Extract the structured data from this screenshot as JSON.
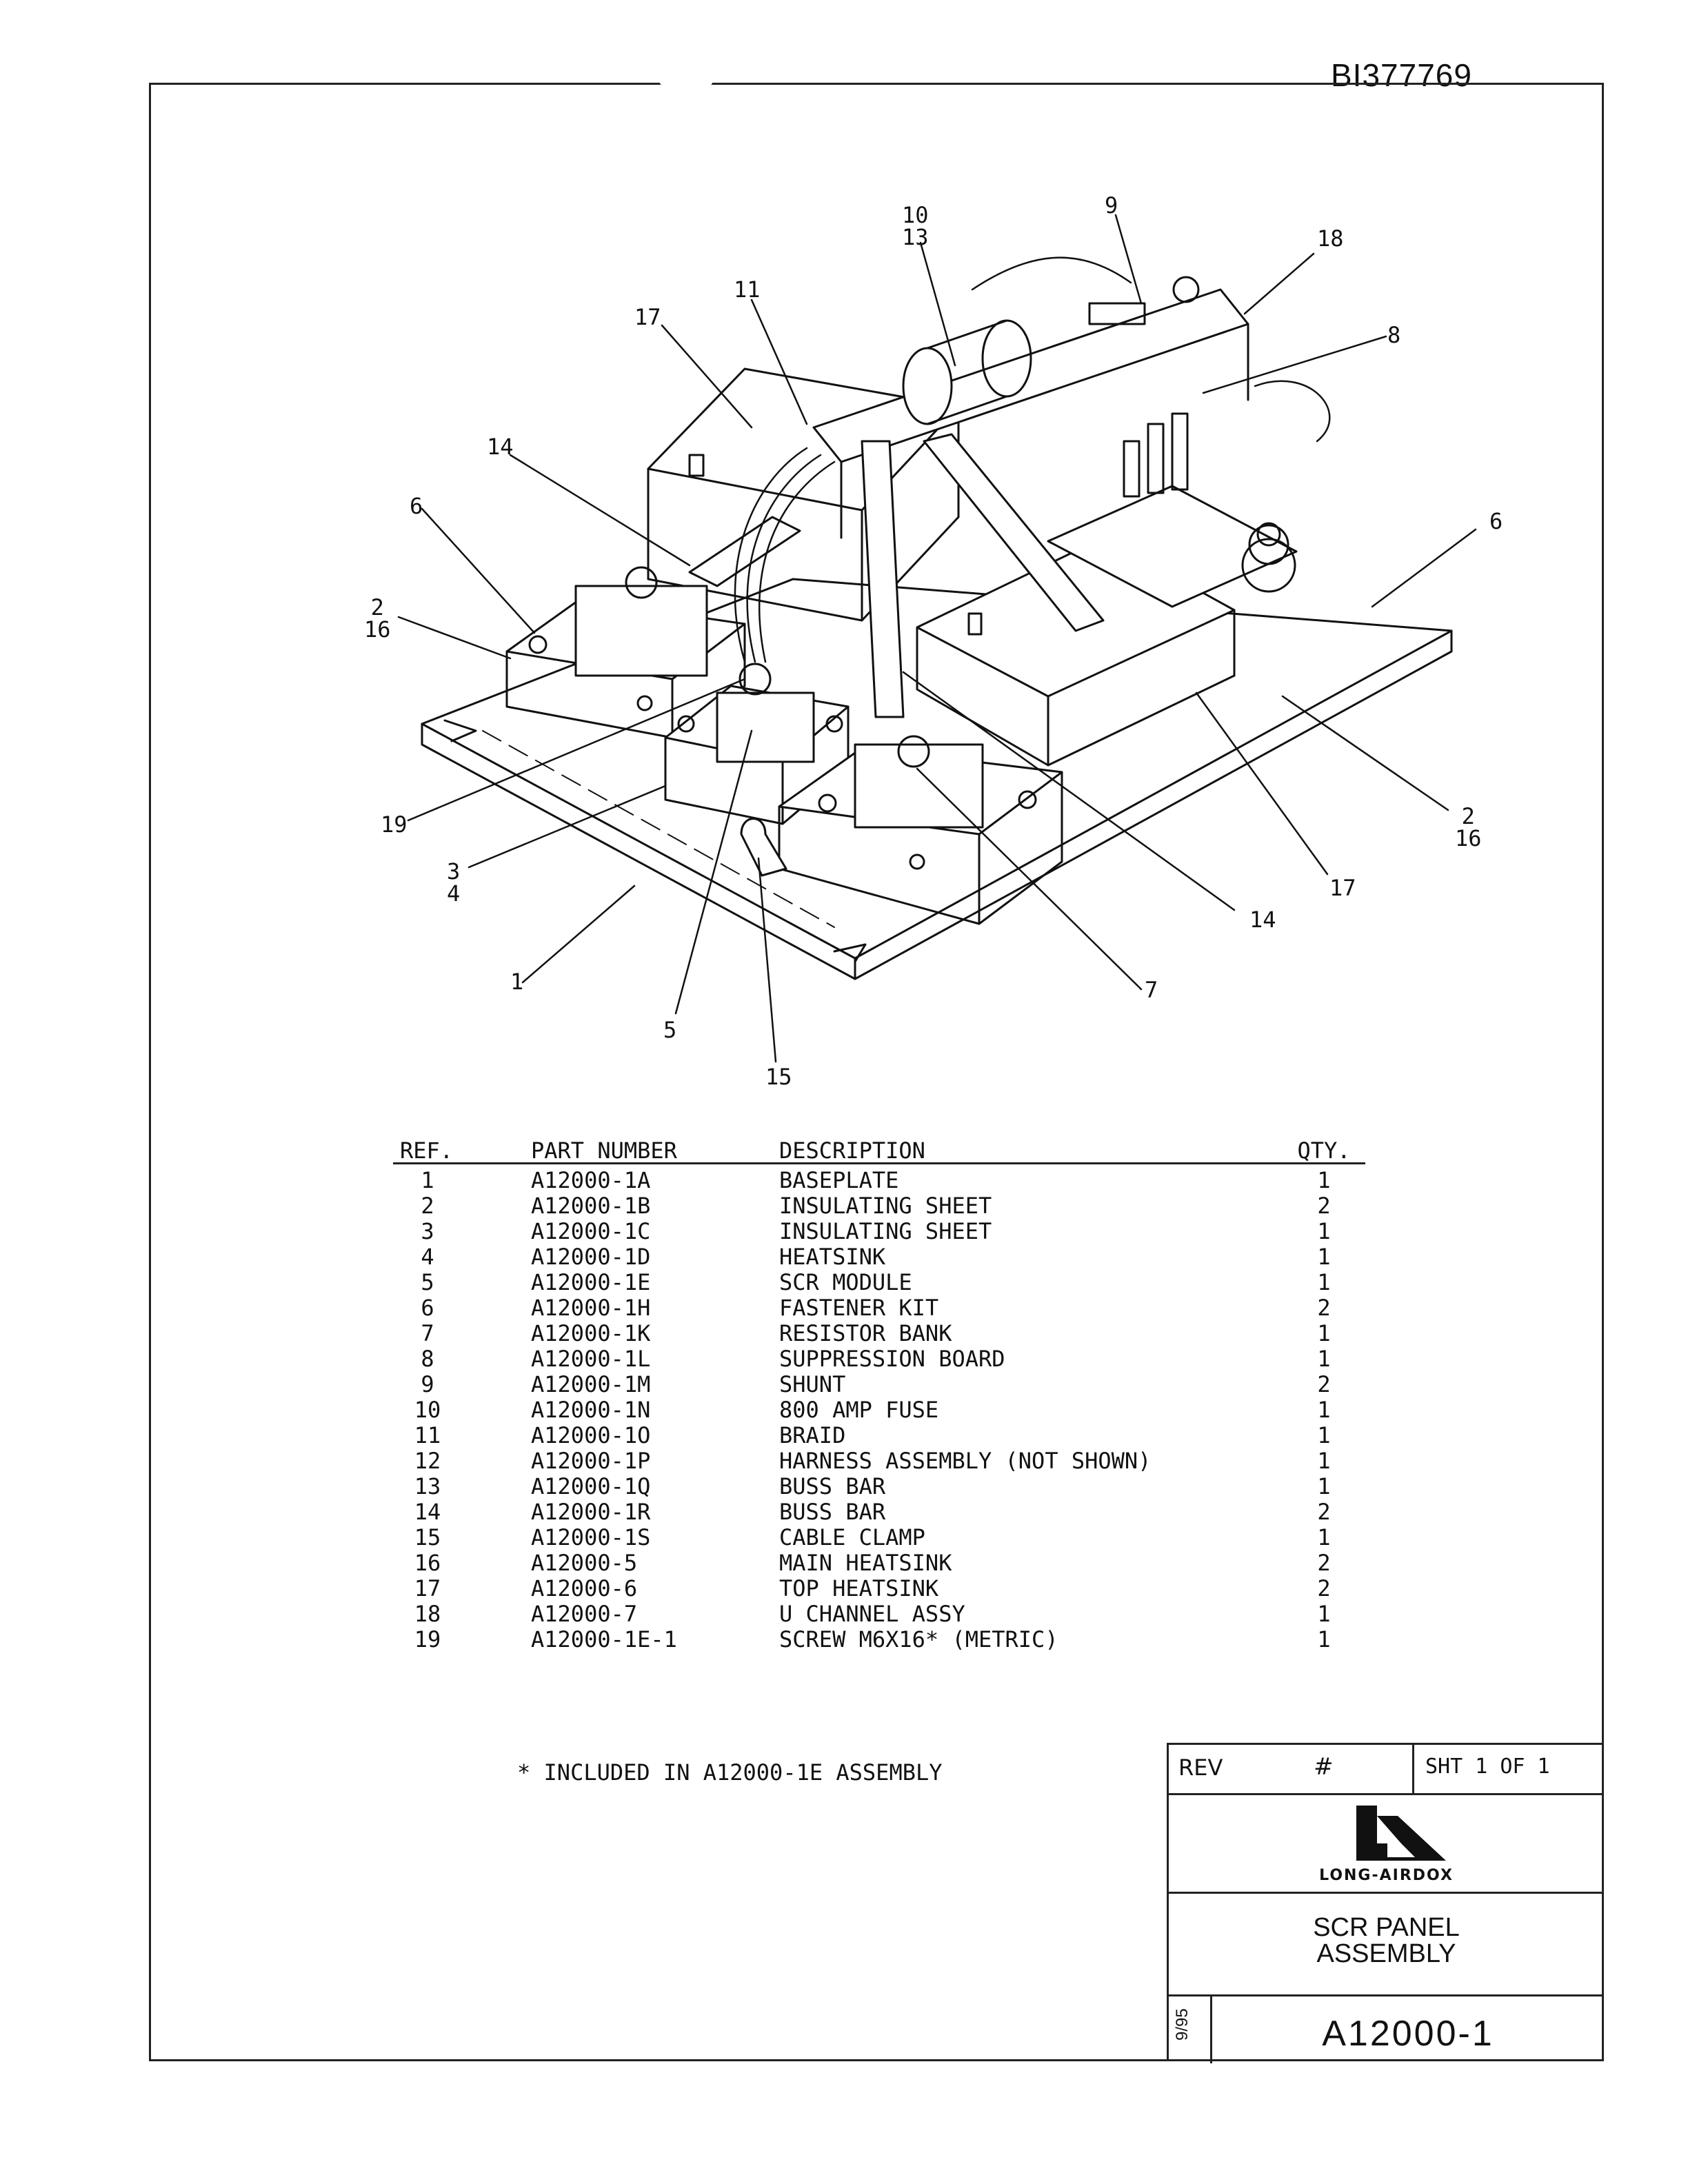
{
  "header": {
    "document_number": "BI377769"
  },
  "callouts": {
    "c10_13": [
      "10",
      "13"
    ],
    "c9": "9",
    "c18": "18",
    "c8": "8",
    "c11": "11",
    "c17a": "17",
    "c14a": "14",
    "c6a": "6",
    "c6b": "6",
    "c2_16a": [
      "2",
      "16"
    ],
    "c2_16b": [
      "2",
      "16"
    ],
    "c19": "19",
    "c3_4": [
      "3",
      "4"
    ],
    "c1": "1",
    "c5": "5",
    "c15": "15",
    "c7": "7",
    "c14b": "14",
    "c17b": "17"
  },
  "bom": {
    "headers": {
      "ref": "REF.",
      "part_number": "PART NUMBER",
      "description": "DESCRIPTION",
      "qty": "QTY."
    },
    "rows": [
      {
        "ref": "1",
        "part_number": "A12000-1A",
        "description": "BASEPLATE",
        "qty": "1"
      },
      {
        "ref": "2",
        "part_number": "A12000-1B",
        "description": "INSULATING SHEET",
        "qty": "2"
      },
      {
        "ref": "3",
        "part_number": "A12000-1C",
        "description": "INSULATING SHEET",
        "qty": "1"
      },
      {
        "ref": "4",
        "part_number": "A12000-1D",
        "description": "HEATSINK",
        "qty": "1"
      },
      {
        "ref": "5",
        "part_number": "A12000-1E",
        "description": "SCR MODULE",
        "qty": "1"
      },
      {
        "ref": "6",
        "part_number": "A12000-1H",
        "description": "FASTENER KIT",
        "qty": "2"
      },
      {
        "ref": "7",
        "part_number": "A12000-1K",
        "description": "RESISTOR BANK",
        "qty": "1"
      },
      {
        "ref": "8",
        "part_number": "A12000-1L",
        "description": "SUPPRESSION BOARD",
        "qty": "1"
      },
      {
        "ref": "9",
        "part_number": "A12000-1M",
        "description": "SHUNT",
        "qty": "2"
      },
      {
        "ref": "10",
        "part_number": "A12000-1N",
        "description": "800 AMP FUSE",
        "qty": "1"
      },
      {
        "ref": "11",
        "part_number": "A12000-1O",
        "description": "BRAID",
        "qty": "1"
      },
      {
        "ref": "12",
        "part_number": "A12000-1P",
        "description": "HARNESS ASSEMBLY (NOT SHOWN)",
        "qty": "1"
      },
      {
        "ref": "13",
        "part_number": "A12000-1Q",
        "description": "BUSS BAR",
        "qty": "1"
      },
      {
        "ref": "14",
        "part_number": "A12000-1R",
        "description": "BUSS BAR",
        "qty": "2"
      },
      {
        "ref": "15",
        "part_number": "A12000-1S",
        "description": "CABLE CLAMP",
        "qty": "1"
      },
      {
        "ref": "16",
        "part_number": "A12000-5",
        "description": "MAIN HEATSINK",
        "qty": "2"
      },
      {
        "ref": "17",
        "part_number": "A12000-6",
        "description": "TOP HEATSINK",
        "qty": "2"
      },
      {
        "ref": "18",
        "part_number": "A12000-7",
        "description": "U CHANNEL ASSY",
        "qty": "1"
      },
      {
        "ref": "19",
        "part_number": "A12000-1E-1",
        "description": "SCREW M6X16* (METRIC)",
        "qty": "1"
      }
    ]
  },
  "note": "* INCLUDED IN A12000-1E ASSEMBLY",
  "title_block": {
    "rev_label": "REV",
    "rev_value": "#",
    "sheet": "SHT 1   OF 1",
    "company": "LONG-AIRDOX",
    "title_line1": "SCR PANEL",
    "title_line2": "ASSEMBLY",
    "date": "9/95",
    "drawing_number": "A12000-1"
  }
}
